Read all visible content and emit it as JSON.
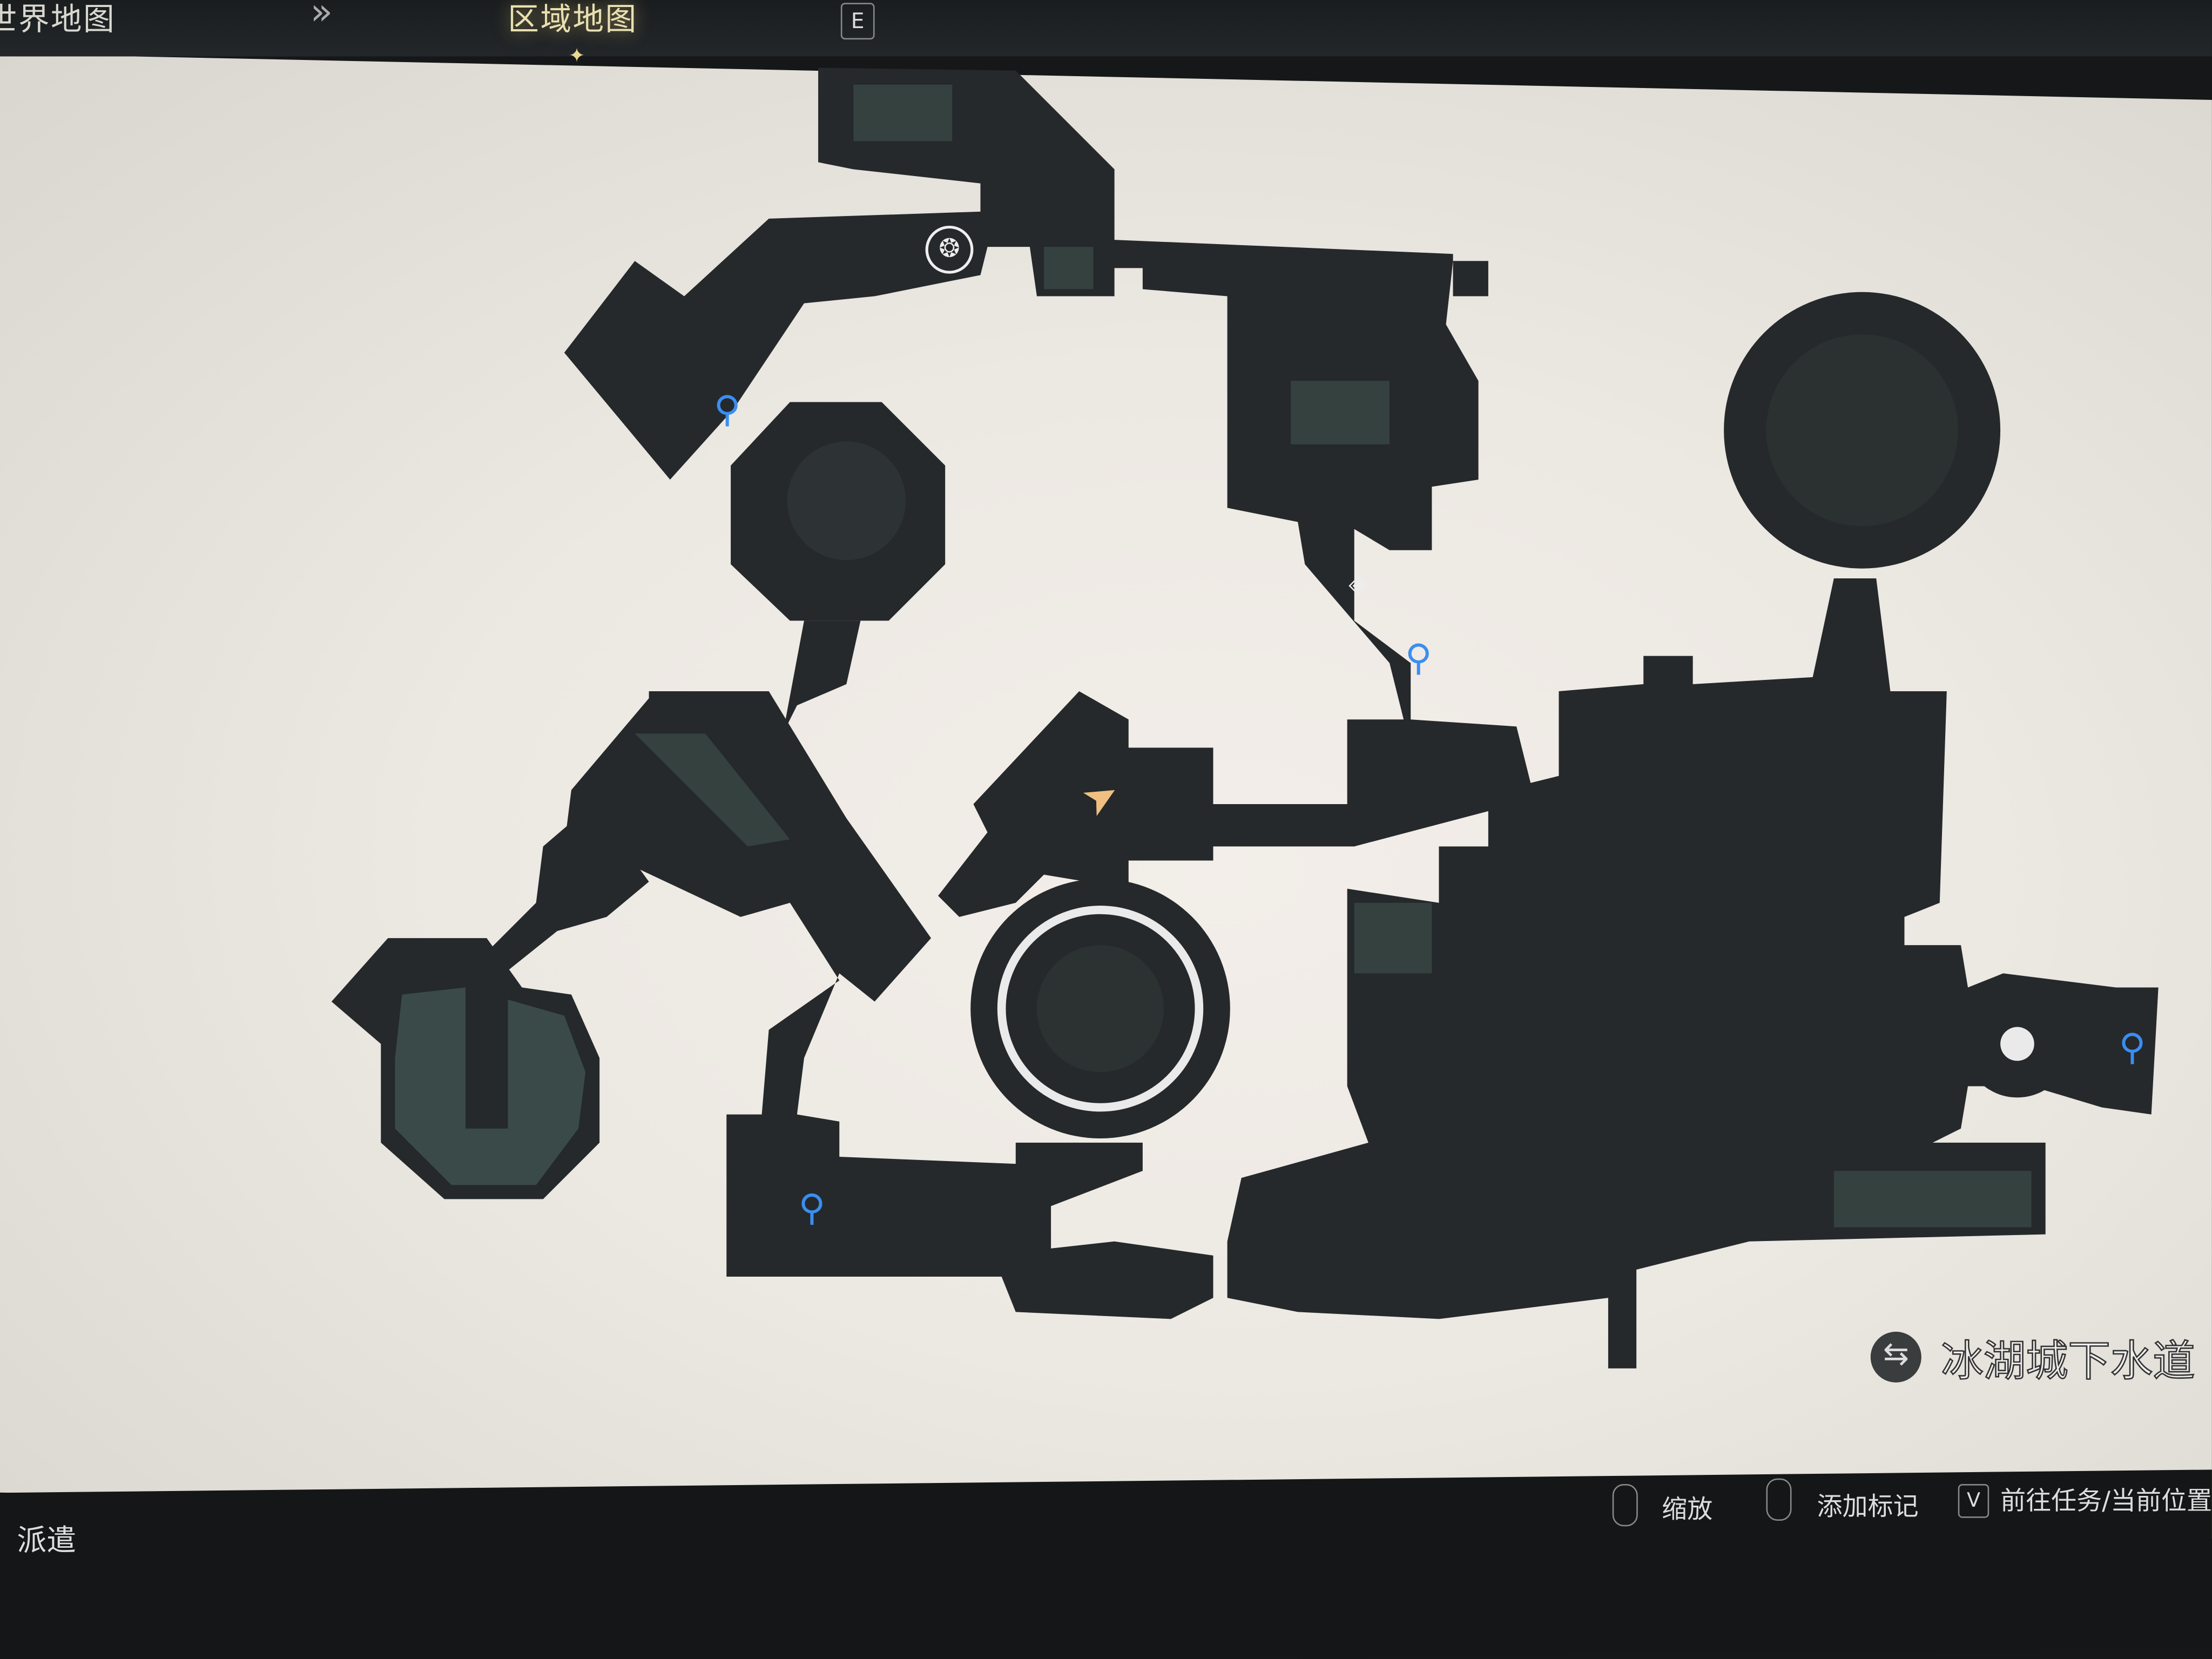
{
  "header": {
    "tabs": [
      {
        "label": "世界地图",
        "active": false
      },
      {
        "label": "区域地图",
        "active": true
      }
    ],
    "switch_key": "E"
  },
  "map": {
    "region_name": "冰湖城下水道",
    "region_switch_icon": "swap-arrows-icon",
    "markers": [
      "teleport-statue-icon",
      "fish-icon",
      "player-arrow-icon",
      "waypoint-icon"
    ]
  },
  "footer": {
    "dispatch_label": "派遣",
    "hints": [
      {
        "icon": "mouse-scroll-icon",
        "label": "缩放"
      },
      {
        "icon": "mouse-right-click-icon",
        "label": "添加标记"
      },
      {
        "key": "V",
        "label": "前往任务/当前位置"
      }
    ]
  },
  "colors": {
    "map_fill": "#25292b",
    "room_fill": "#33403f",
    "paper": "#ece8e2",
    "accent": "#e8d890"
  }
}
